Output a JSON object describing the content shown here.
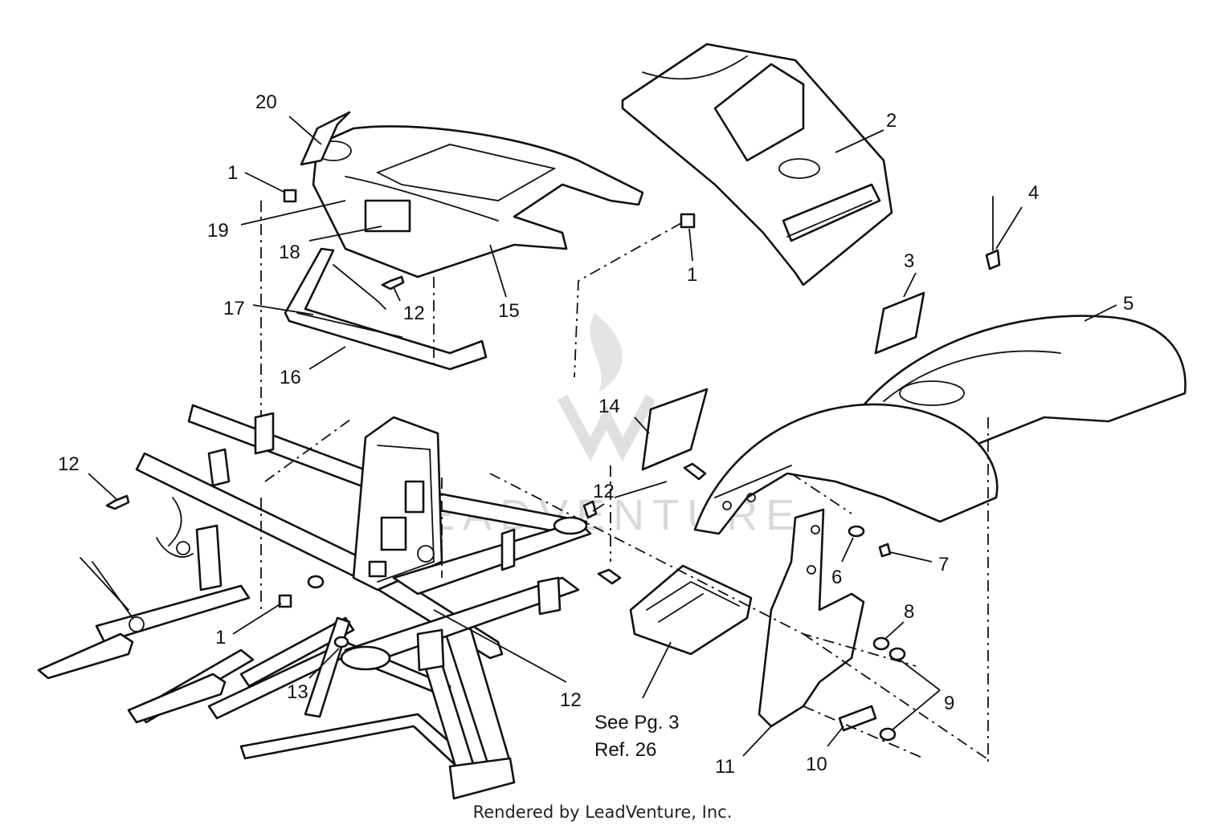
{
  "callouts": [
    "20",
    "1",
    "19",
    "18",
    "12",
    "17",
    "16",
    "15",
    "1",
    "2",
    "4",
    "3",
    "5",
    "14",
    "12",
    "12",
    "7",
    "6",
    "8",
    "9",
    "10",
    "11",
    "1",
    "13",
    "12"
  ],
  "note": {
    "line1": "See Pg. 3",
    "line2": "Ref. 26"
  },
  "watermark": "LEADVENTURE",
  "footer": "Rendered by LeadVenture, Inc."
}
